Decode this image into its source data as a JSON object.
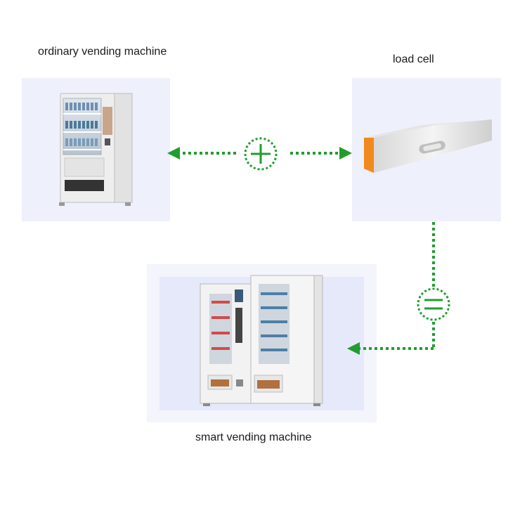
{
  "labels": {
    "ordinary": "ordinary vending machine",
    "load_cell": "load cell",
    "smart": "smart vending machine"
  },
  "symbols": {
    "plus": "plus-symbol",
    "equals": "equals-symbol"
  },
  "colors": {
    "connector": "#1f9e2e",
    "panel": "#eef0fb",
    "machine_body": "#f1f1f1",
    "load_cell_label": "#f08a1c"
  }
}
